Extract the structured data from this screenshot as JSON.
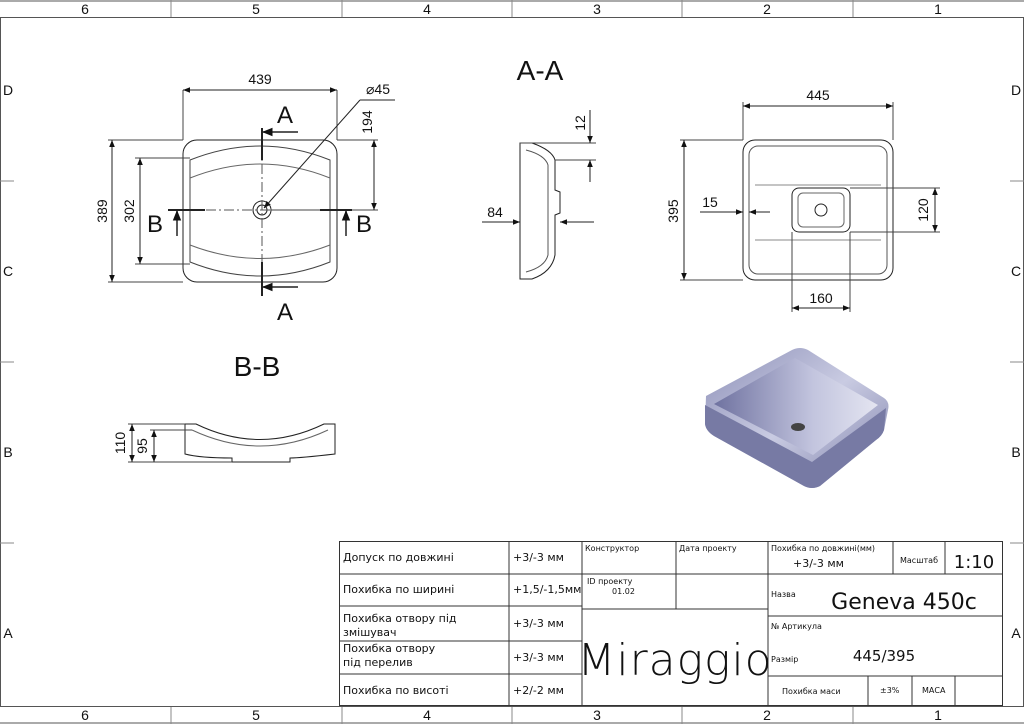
{
  "zones": {
    "columns": [
      "6",
      "5",
      "4",
      "3",
      "2",
      "1"
    ],
    "rows": [
      "D",
      "C",
      "B",
      "A"
    ]
  },
  "views": {
    "top": {
      "width": "439",
      "hole": "⌀45",
      "dim_194": "194",
      "height_outer": "389",
      "height_inner": "302",
      "label_a_top": "A",
      "label_a_bottom": "A",
      "label_b_left": "B",
      "label_b_right": "B"
    },
    "section_aa": {
      "title": "A-A",
      "dim_84": "84",
      "dim_12": "12"
    },
    "bottom": {
      "width": "445",
      "height": "395",
      "dim_15": "15",
      "dim_120": "120",
      "dim_160": "160"
    },
    "section_bb": {
      "title": "B-B",
      "dim_110": "110",
      "dim_95": "95"
    }
  },
  "title_block": {
    "tolerances": [
      {
        "label": "Допуск по довжині",
        "value": "+3/-3 мм"
      },
      {
        "label": "Похибка по ширині",
        "value": "+1,5/-1,5мм"
      },
      {
        "label": "Похибка отвору під\nзмішувач",
        "value": "+3/-3 мм"
      },
      {
        "label": "Похибка отвору\nпід перелив",
        "value": "+3/-3 мм"
      },
      {
        "label": "Похибка по висоті",
        "value": "+2/-2 мм"
      }
    ],
    "constructor_label": "Конструктор",
    "date_label": "Дата проекту",
    "project_id_label": "ID проекту",
    "project_id_value": "01.02",
    "brand": "Miraggio",
    "length_tol_label": "Похибка по довжині(мм)",
    "length_tol_value": "+3/-3 мм",
    "scale_label": "Масштаб",
    "scale_value": "1:10",
    "name_label": "Назва",
    "name_value": "Geneva 450c",
    "article_label": "№ Артикула",
    "size_label": "Размір",
    "size_value": "445/395",
    "mass_tol_label": "Похибка маси",
    "mass_tol_value": "±3%",
    "mass_label": "МАСА"
  }
}
